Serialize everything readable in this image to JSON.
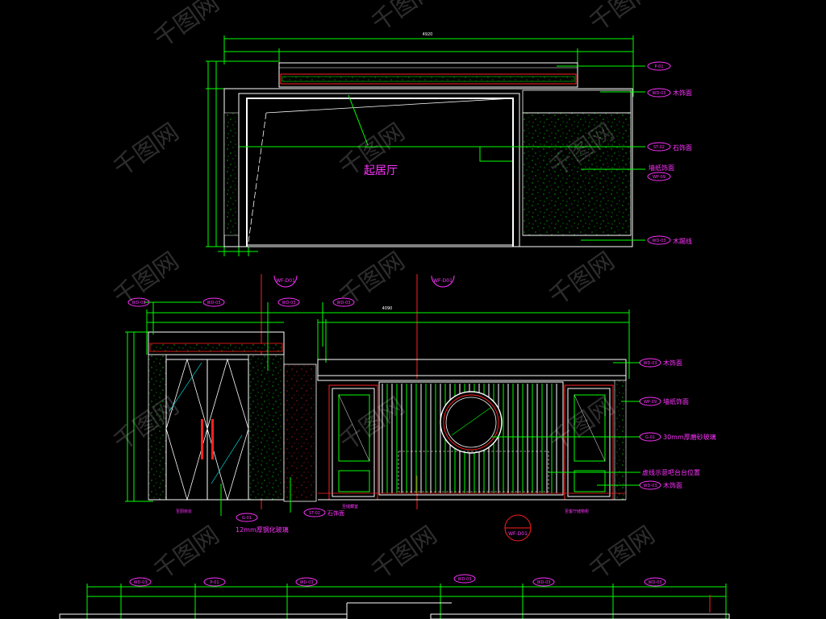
{
  "colors": {
    "background": "#000000",
    "dimension": "#00ff00",
    "outline": "#ffffff",
    "tag": "#ff33ff",
    "accent_red": "#ff2020",
    "cyan": "#00ffff",
    "yellow": "#ffff00"
  },
  "top_elevation": {
    "room_label": "起居厅",
    "overall_dim": "4920",
    "tags": [
      {
        "code": "P-01",
        "note": ""
      },
      {
        "code": "WD-03",
        "note": "木饰面"
      },
      {
        "code": "ST-02",
        "note": "石饰面"
      },
      {
        "code": "WP-09",
        "note": "墙纸饰面"
      },
      {
        "code": "WD-03",
        "note": "木踢线"
      }
    ]
  },
  "middle_elevation": {
    "section_tags": [
      "WF-D01",
      "WF-D01"
    ],
    "top_tags": [
      "WD-03",
      "WD-03",
      "WD-03",
      "WD-03"
    ],
    "overall_dim": "4090",
    "right_tags": [
      {
        "code": "WD-03",
        "note": "木饰面"
      },
      {
        "code": "WP-09",
        "note": "墙纸饰面"
      },
      {
        "code": "G-01",
        "note": "30mm厚磨砂玻璃"
      },
      {
        "code": "",
        "note": "虚线示意吧台台位置"
      },
      {
        "code": "WD-03",
        "note": "木饰面"
      }
    ],
    "bottom_labels": [
      "至厨房处",
      "至储藏室",
      "至客厅储物柜"
    ],
    "bottom_tags": [
      {
        "code": "G-01",
        "note": "12mm厚钢化玻璃"
      },
      {
        "code": "ST-02",
        "note": "石饰面"
      }
    ],
    "section_marker": "WF-D01"
  },
  "bottom_elevation": {
    "top_tags": [
      "WD-03",
      "P-01",
      "WD-03",
      "WD-03",
      "WD-03",
      "WD-03"
    ]
  },
  "watermark": "千图网"
}
